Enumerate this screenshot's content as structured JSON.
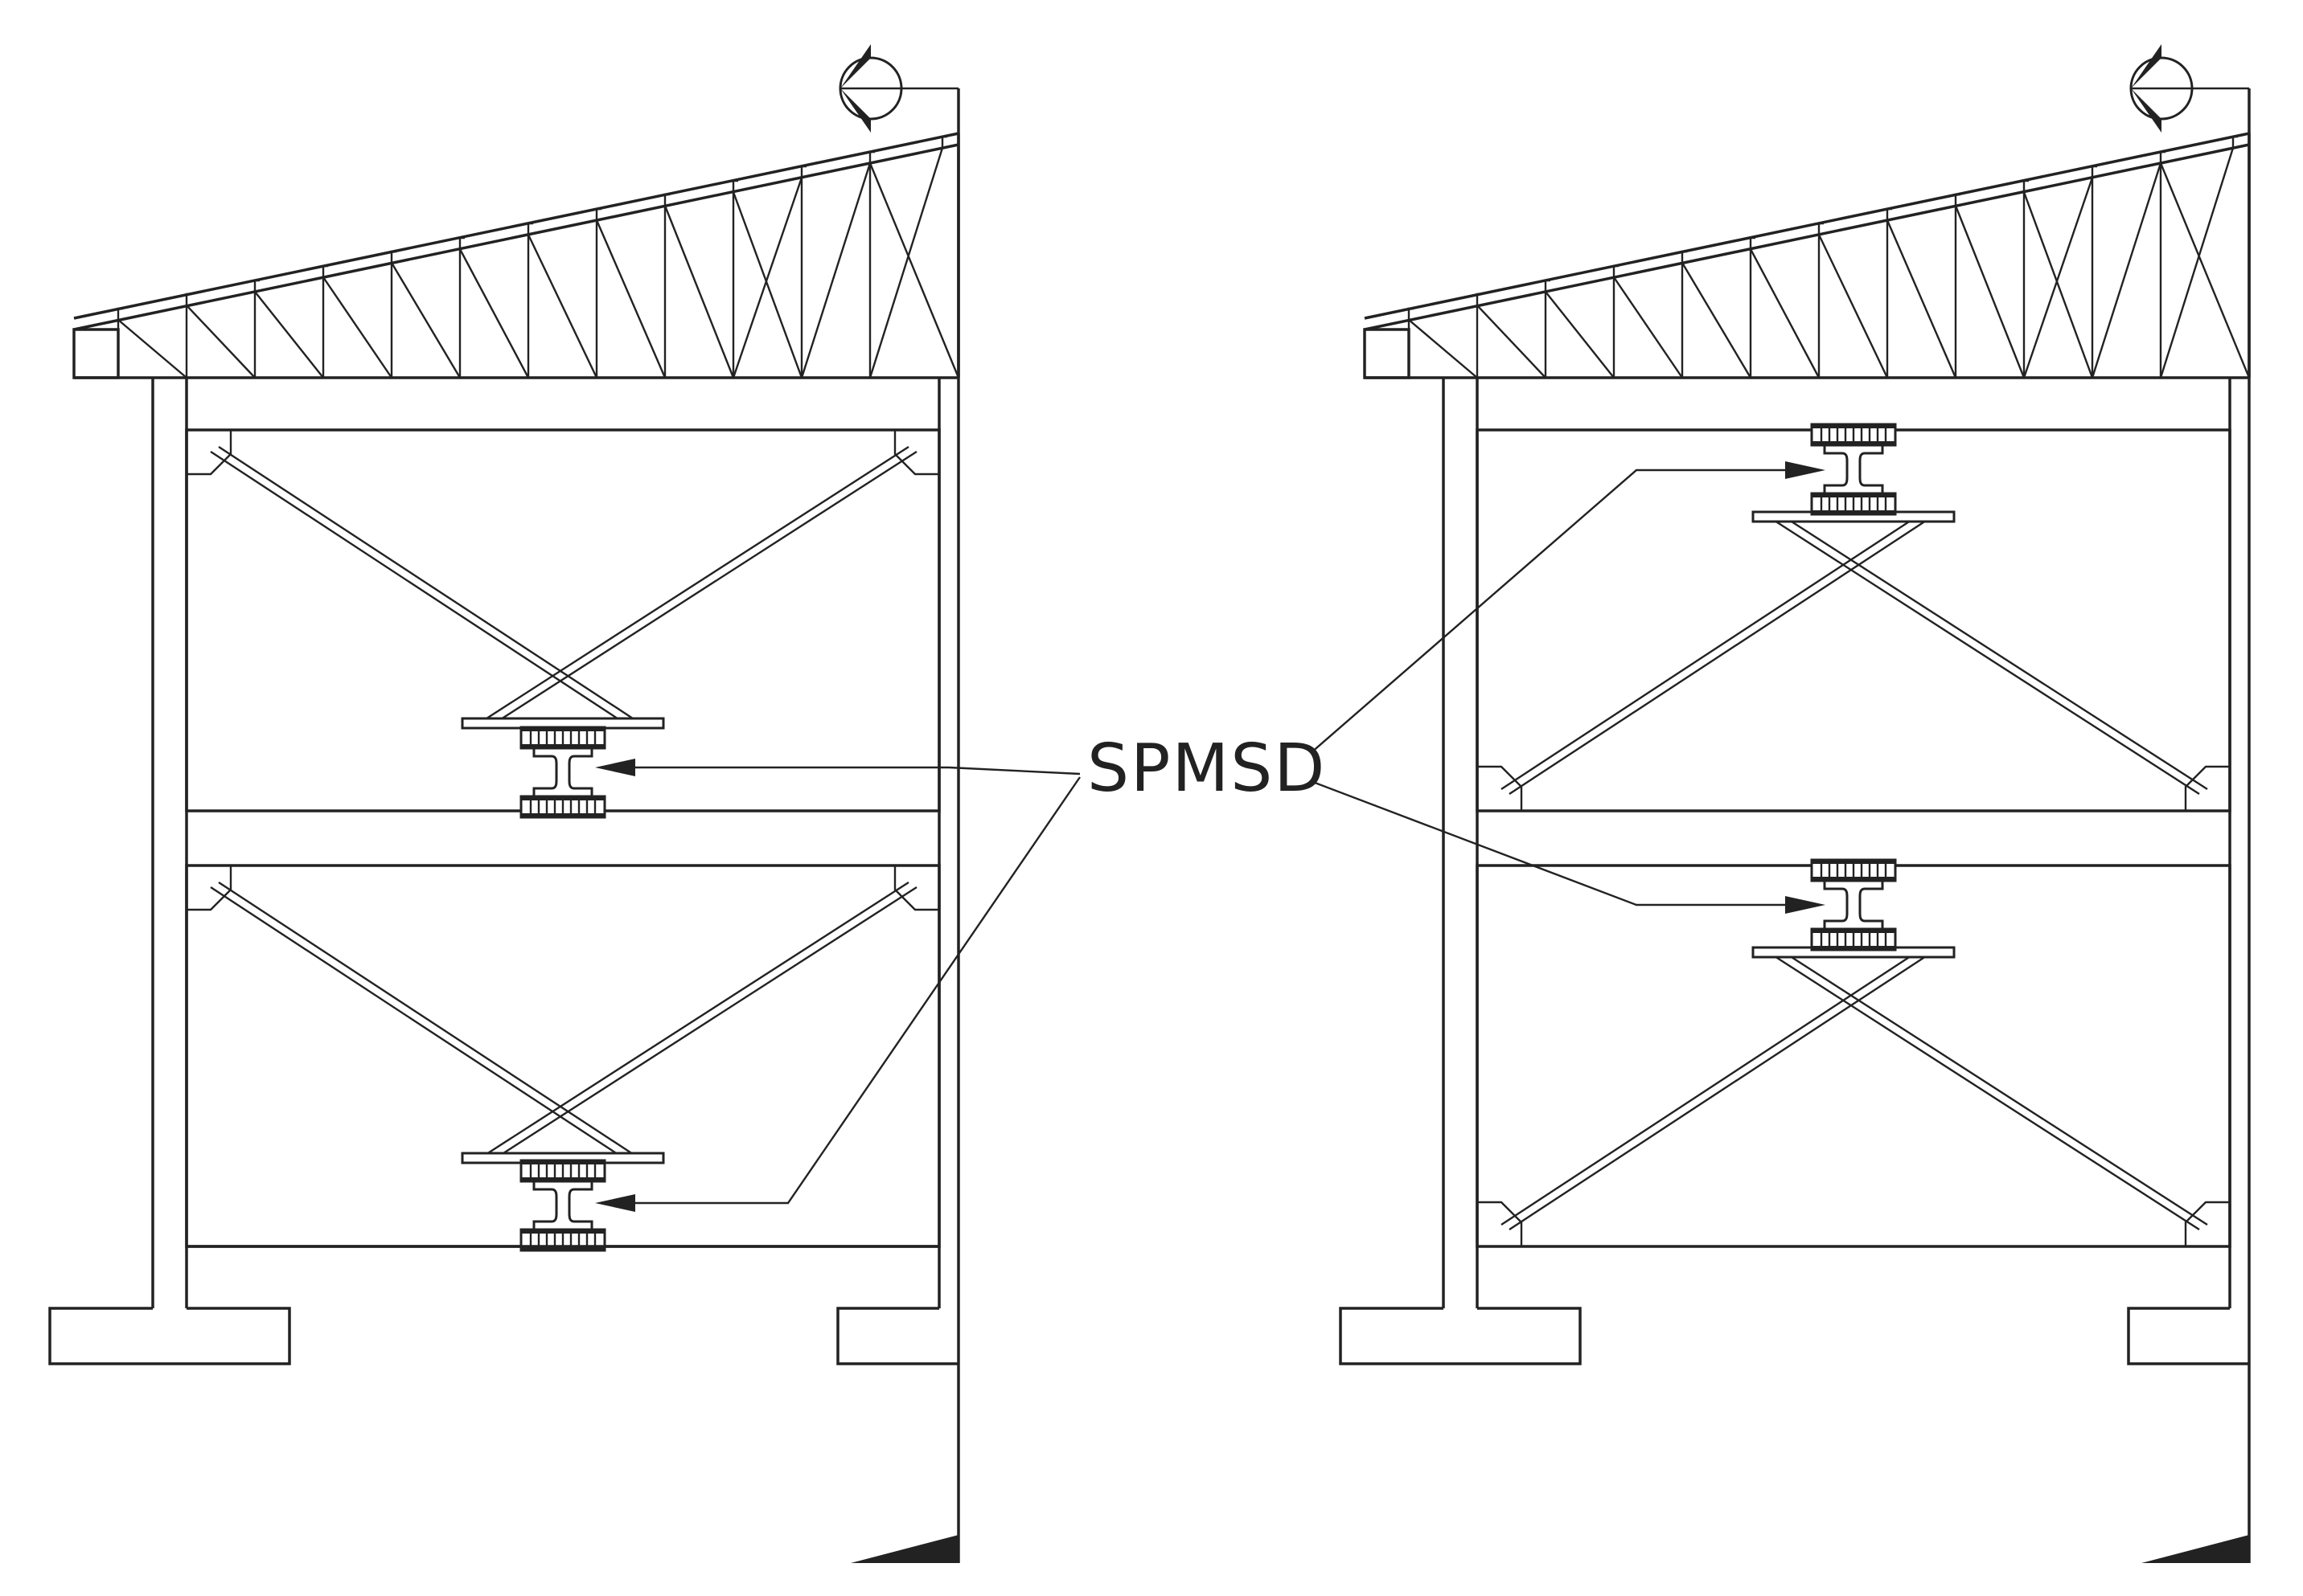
{
  "label": {
    "text": "SPMSD"
  },
  "frames": [
    {
      "id": "left-frame",
      "damper_position": "bottom"
    },
    {
      "id": "right-frame",
      "damper_position": "top"
    }
  ],
  "colors": {
    "line": "#222222",
    "background": "#ffffff"
  },
  "icons": [
    "section-marker-icon",
    "elevation-marker-icon",
    "arrow-head-icon"
  ]
}
